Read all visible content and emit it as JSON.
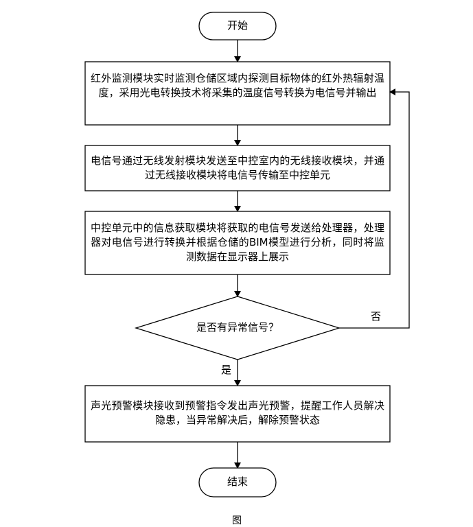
{
  "flowchart": {
    "start": "开始",
    "step1": "红外监测模块实时监测仓储区域内探测目标物体的红外热辐射温度，采用光电转换技术将采集的温度信号转换为电信号并输出",
    "step2": "电信号通过无线发射模块发送至中控室内的无线接收模块，并通过无线接收模块将电信号传输至中控单元",
    "step3": "中控单元中的信息获取模块将获取的电信号发送给处理器，处理器对电信号进行转换并根据仓储的BIM模型进行分析，同时将监测数据在显示器上展示",
    "decision": "是否有异常信号？",
    "yes_label": "是",
    "no_label": "否",
    "step4": "声光预警模块接收到预警指令发出声光预警，提醒工作人员解决隐患，当异常解决后，解除预警状态",
    "end": "结束"
  },
  "caption": "图"
}
